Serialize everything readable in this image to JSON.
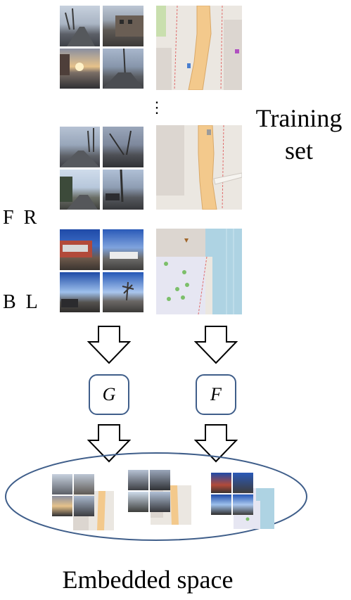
{
  "training_label_line1": "Training",
  "training_label_line2": "set",
  "view_legend": {
    "row1": "F  R",
    "row2": "B  L"
  },
  "ellipsis": "⋮",
  "encoder_g": "G",
  "encoder_f": "F",
  "embedded_label": "Embedded space",
  "colors": {
    "box_border": "#3f5e8a",
    "ellipse_border": "#3f5e8a",
    "map_road": "#f3c98c",
    "map_bg": "#ebe7e1",
    "water": "#aed3e3"
  }
}
